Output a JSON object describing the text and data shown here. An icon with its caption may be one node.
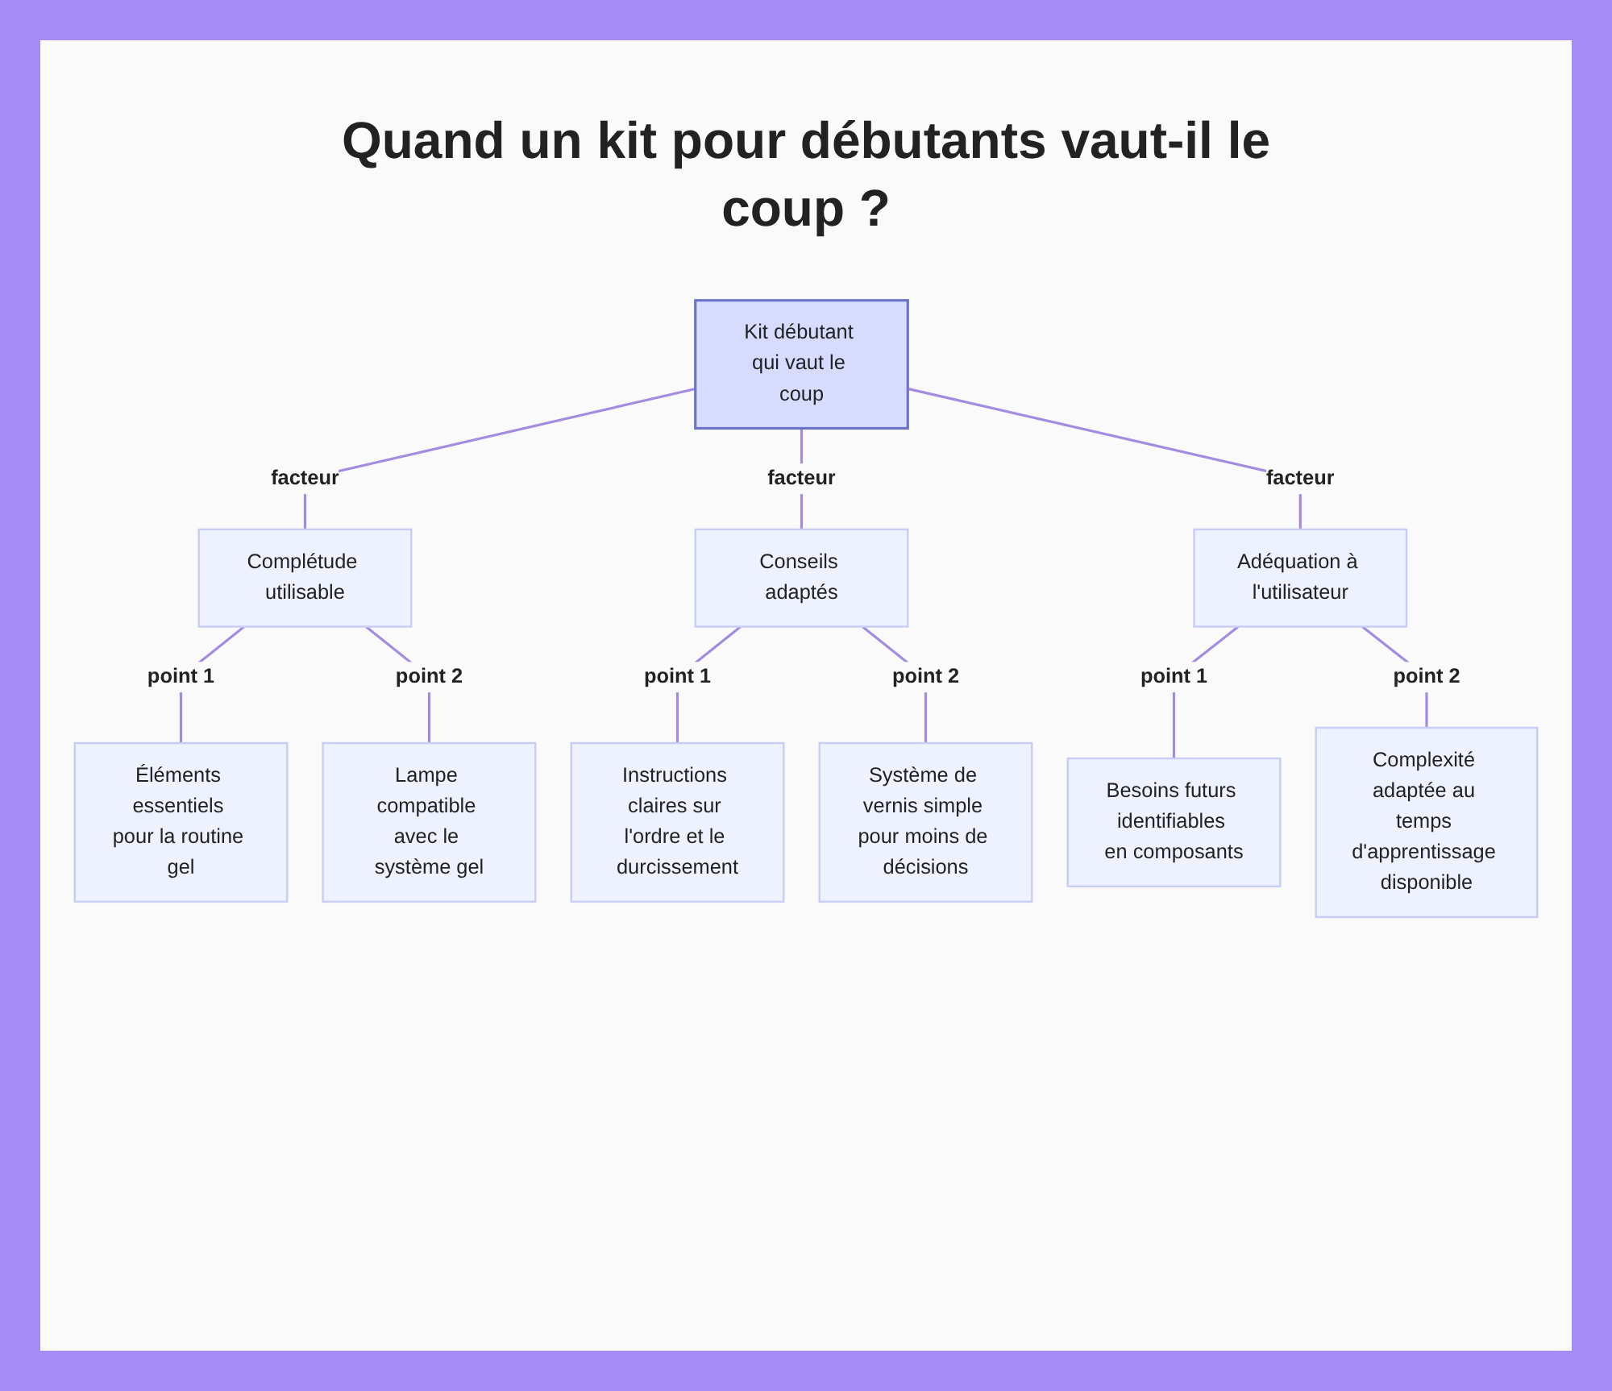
{
  "diagram": {
    "title": "Quand un kit pour débutants vaut-il le coup ?",
    "nodes": [
      {
        "text": [
          "Kit débutant qui vaut le coup"
        ]
      },
      {
        "text": [
          "Complétude utilisable"
        ]
      },
      {
        "text": [
          "Conseils adaptés"
        ]
      },
      {
        "text": [
          "Adéquation à l'utilisateur"
        ]
      },
      {
        "text": [
          "Éléments essentiels pour la routine gel"
        ]
      },
      {
        "text": [
          "Lampe compatible avec le système gel"
        ]
      },
      {
        "text": [
          "Instructions claires sur l'ordre et le durcissement"
        ]
      },
      {
        "text": [
          "Système de vernis simple pour moins de décisions"
        ]
      },
      {
        "text": [
          "Besoins futurs identifiables en composants"
        ]
      },
      {
        "text": [
          "Complexité adaptée au temps d'apprentissage disponible"
        ]
      }
    ],
    "edges": [
      {
        "from": 0,
        "to": 1,
        "arrow": "none",
        "label": "facteur"
      },
      {
        "from": 0,
        "to": 2,
        "arrow": "none",
        "label": "facteur"
      },
      {
        "from": 0,
        "to": 3,
        "arrow": "none",
        "label": "facteur"
      },
      {
        "from": 1,
        "to": 4,
        "arrow": "none",
        "label": "point 1"
      },
      {
        "from": 1,
        "to": 5,
        "arrow": "none",
        "label": "point 2"
      },
      {
        "from": 2,
        "to": 6,
        "arrow": "none",
        "label": "point 1"
      },
      {
        "from": 2,
        "to": 7,
        "arrow": "none",
        "label": "point 2"
      },
      {
        "from": 3,
        "to": 8,
        "arrow": "none",
        "label": "point 1"
      },
      {
        "from": 3,
        "to": 9,
        "arrow": "none",
        "label": "point 2"
      }
    ]
  }
}
